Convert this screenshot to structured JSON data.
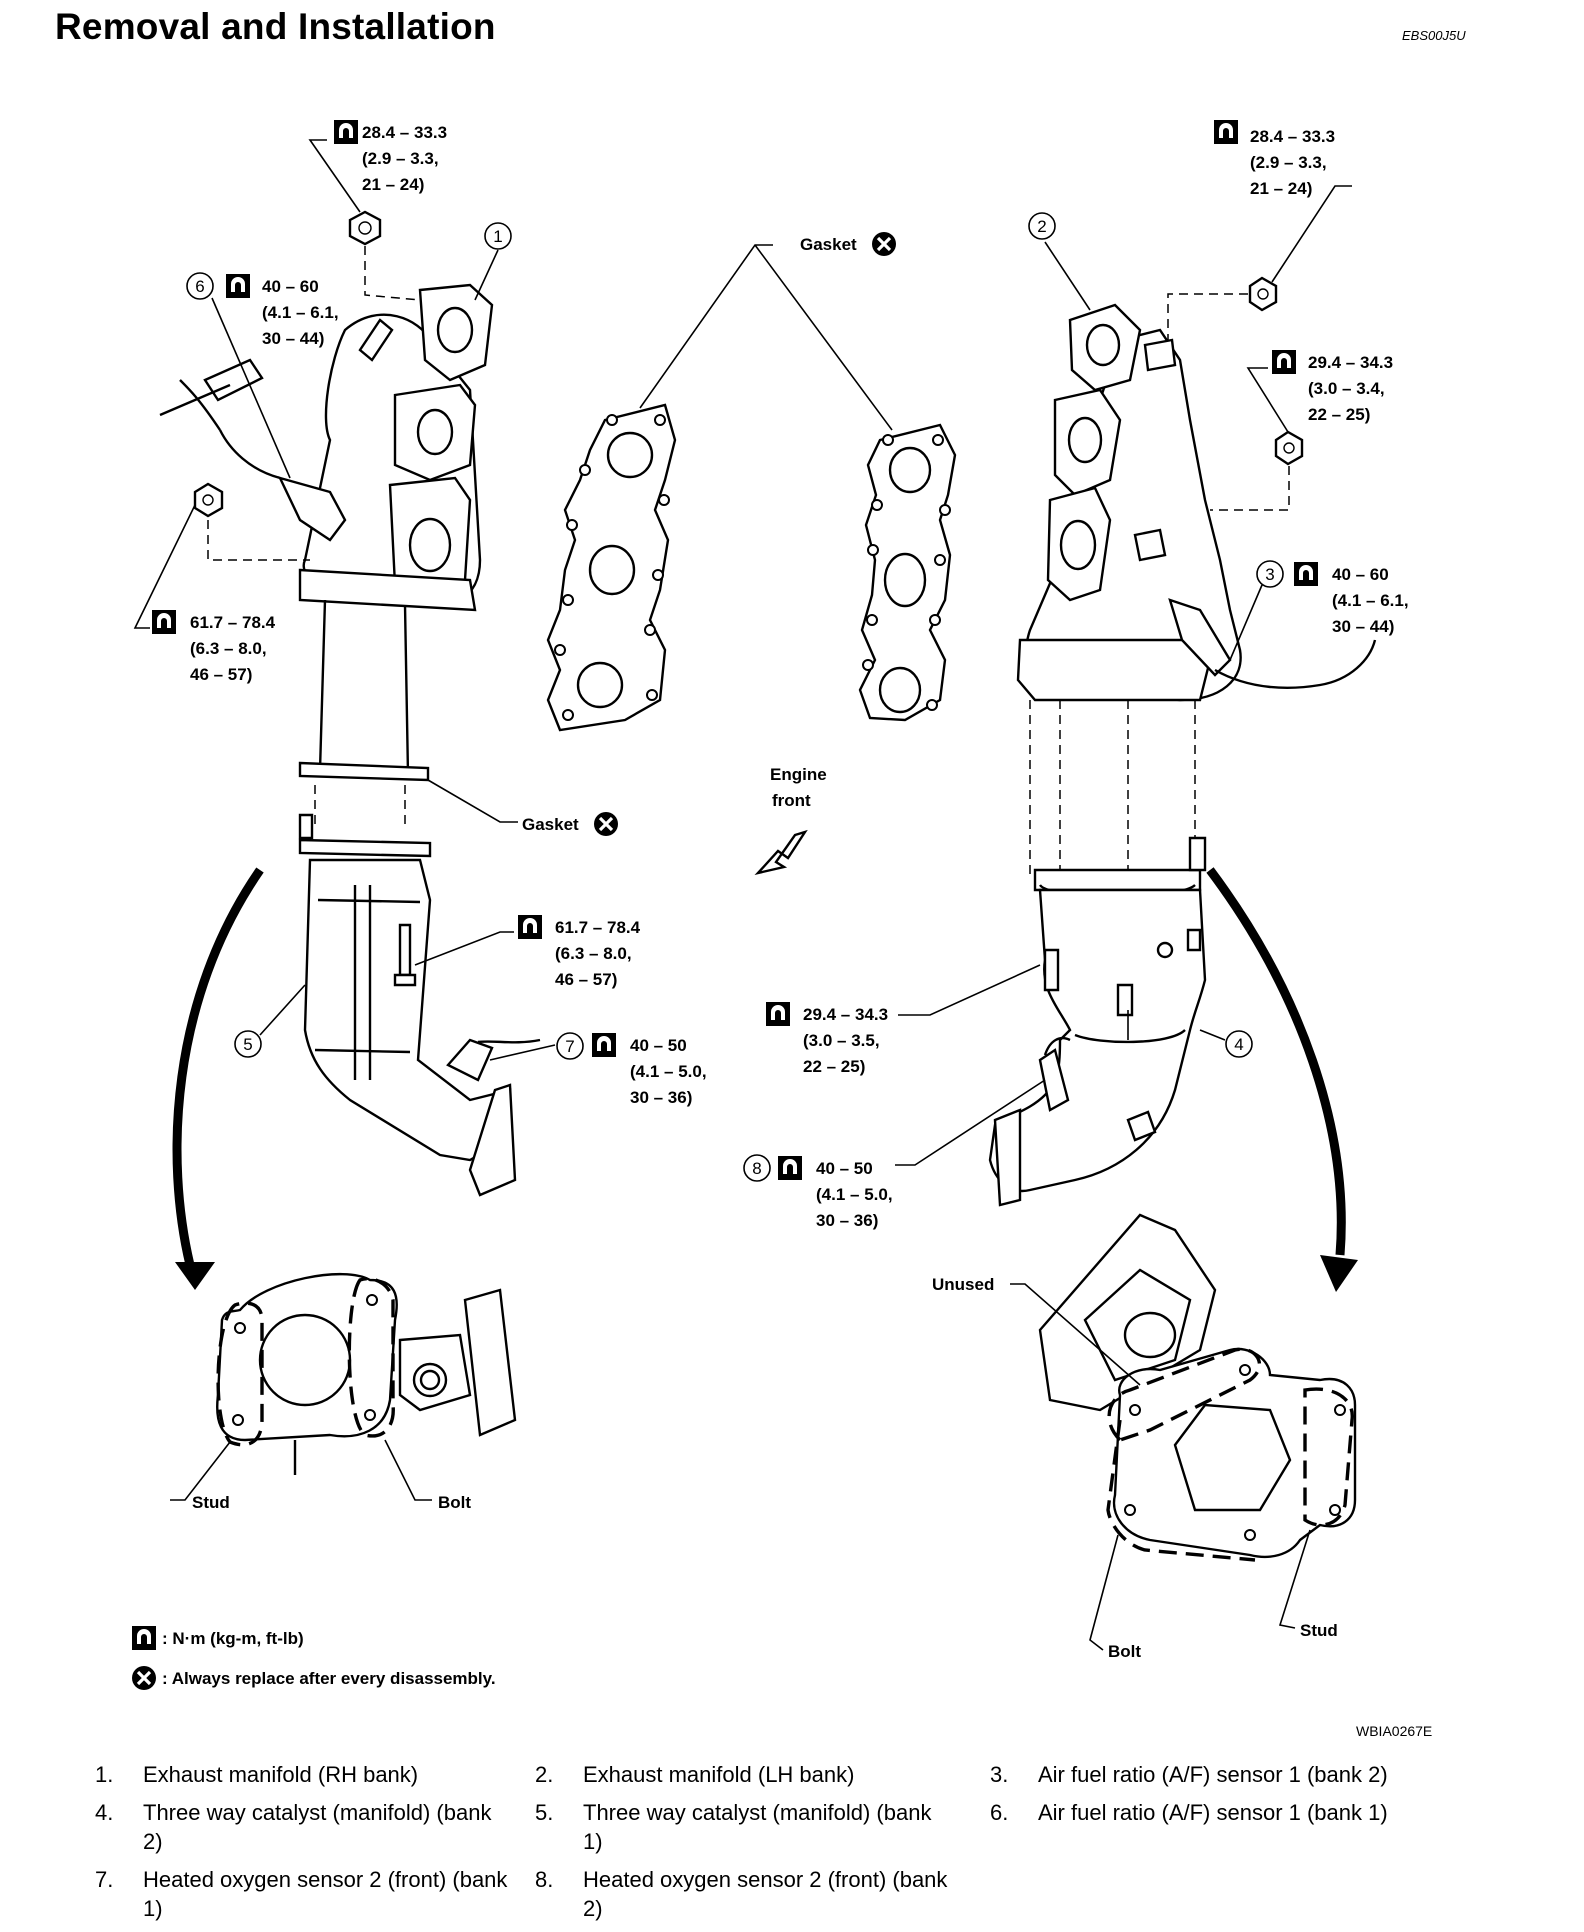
{
  "header": {
    "title": "Removal and Installation",
    "doc_code": "EBS00J5U"
  },
  "figure_id": "WBIA0267E",
  "torques": {
    "t_rh_top": [
      "28.4 – 33.3",
      "(2.9 – 3.3,",
      "21 – 24)"
    ],
    "t_rh_6": [
      "40 – 60",
      "(4.1 – 6.1,",
      "30 – 44)"
    ],
    "t_rh_flange": [
      "61.7 – 78.4",
      "(6.3 – 8.0,",
      "46 – 57)"
    ],
    "t_rh_cat": [
      "61.7 – 78.4",
      "(6.3 – 8.0,",
      "46 – 57)"
    ],
    "t_rh_7": [
      "40 – 50",
      "(4.1 – 5.0,",
      "30 – 36)"
    ],
    "t_lh_top": [
      "28.4 – 33.3",
      "(2.9 – 3.3,",
      "21 – 24)"
    ],
    "t_lh_nut": [
      "29.4 – 34.3",
      "(3.0 – 3.4,",
      "22 – 25)"
    ],
    "t_lh_3": [
      "40 – 60",
      "(4.1 – 6.1,",
      "30 – 44)"
    ],
    "t_lh_cat": [
      "29.4 – 34.3",
      "(3.0 – 3.5,",
      "22 – 25)"
    ],
    "t_lh_8": [
      "40 – 50",
      "(4.1 – 5.0,",
      "30 – 36)"
    ]
  },
  "labels": {
    "gasket": "Gasket",
    "engine_front_line1": "Engine",
    "engine_front_line2": "front",
    "stud": "Stud",
    "bolt": "Bolt",
    "unused": "Unused"
  },
  "callouts": [
    "1",
    "2",
    "3",
    "4",
    "5",
    "6",
    "7",
    "8"
  ],
  "symbols_legend": {
    "torque": ": N·m (kg-m, ft-lb)",
    "replace": ": Always replace after every disassembly."
  },
  "parts_legend": [
    {
      "num": "1.",
      "text": "Exhaust manifold (RH bank)"
    },
    {
      "num": "2.",
      "text": "Exhaust manifold (LH bank)"
    },
    {
      "num": "3.",
      "text": "Air fuel ratio (A/F) sensor 1 (bank 2)"
    },
    {
      "num": "4.",
      "text": "Three way catalyst (manifold) (bank 2)"
    },
    {
      "num": "5.",
      "text": "Three way catalyst (manifold) (bank 1)"
    },
    {
      "num": "6.",
      "text": "Air fuel ratio (A/F) sensor 1 (bank 1)"
    },
    {
      "num": "7.",
      "text": "Heated oxygen sensor 2 (front) (bank 1)"
    },
    {
      "num": "8.",
      "text": "Heated oxygen sensor 2 (front) (bank 2)"
    }
  ]
}
